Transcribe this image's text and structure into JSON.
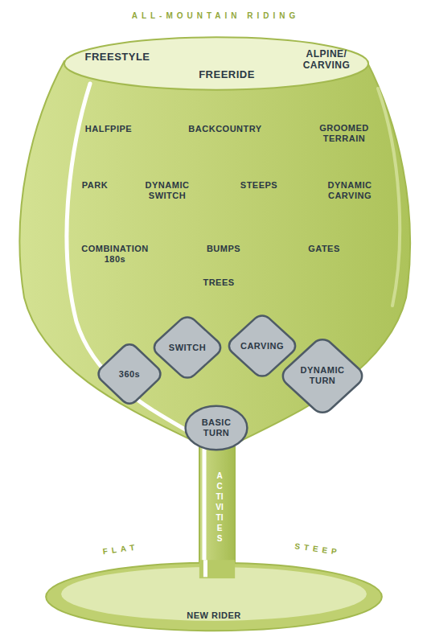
{
  "diagram": {
    "nodes": [
      {
        "text": [
          "FREESTYLE",
          "FREERIDE",
          "ALPINE/ CARVING"
        ]
      },
      {
        "text": [
          "SWITCH"
        ]
      },
      {
        "text": [
          "CARVING"
        ]
      },
      {
        "text": [
          "360s"
        ]
      },
      {
        "text": [
          "DYNAMIC TURN"
        ]
      },
      {
        "text": [
          "BASIC TURN"
        ]
      },
      {
        "text": [
          "NEW RIDER"
        ]
      }
    ],
    "labels": [
      "ALL-MOUNTAIN RIDING",
      "HALFPIPE",
      "BACKCOUNTRY",
      "GROOMED TERRAIN",
      "PARK",
      "DYNAMIC SWITCH",
      "STEEPS",
      "DYNAMIC CARVING",
      "COMBINATION 180s",
      "BUMPS",
      "GATES",
      "TREES",
      "ACTIVITIES",
      "FLAT",
      "STEEP"
    ]
  }
}
